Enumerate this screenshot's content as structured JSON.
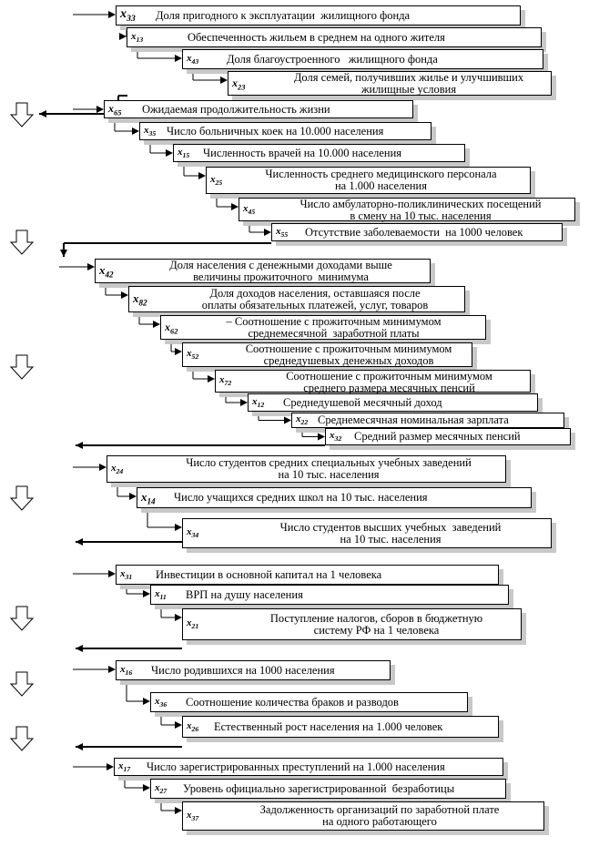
{
  "groups": [
    {
      "items": [
        {
          "var": "x33",
          "label": "Доля пригодного к эксплуатации  жилищного фонда"
        },
        {
          "var": "x13",
          "label": "Обеспеченность жильем в среднем на одного жителя"
        },
        {
          "var": "x43",
          "label": "Доля благоустроенного   жилищного фонда"
        },
        {
          "var": "x23",
          "label": "Доля семей, получивших жилье и улучшивших\nжилищные условия"
        }
      ]
    },
    {
      "items": [
        {
          "var": "x 65",
          "label": "Ожидаемая продолжительность жизни"
        },
        {
          "var": "x35",
          "label": "Число больничных коек на 10.000 населения"
        },
        {
          "var": "x15",
          "label": "Численность врачей на 10.000 населения"
        },
        {
          "var": "x25",
          "label": "Численность среднего медицинского персонала\nна 1.000 населения"
        },
        {
          "var": "x45",
          "label": "Число амбулаторно-поликлинических посещений\nв смену на 10 тыс. населения"
        },
        {
          "var": "x 55",
          "label": "Отсутствие заболеваемости  на 1000 человек"
        }
      ]
    },
    {
      "items": [
        {
          "var": "x42",
          "label": "Доля населения с денежными доходами выше\nвеличины прожиточного  минимума"
        },
        {
          "var": "x82",
          "label": "Доля доходов населения, оставшаяся после\nоплаты обязательных платежей, услуг, товаров"
        },
        {
          "var": "x62",
          "label": "– Соотношение с прожиточным минимумом\nсреднемесячной  заработной платы"
        },
        {
          "var": "x 52",
          "label": "Соотношение с прожиточным минимумом\nсреднедушевых денежных доходов"
        },
        {
          "var": "x72",
          "label": "Соотношение с прожиточным минимумом\nсреднего размера месячных пенсий"
        },
        {
          "var": "x12",
          "label": "Среднедушевой месячный доход"
        },
        {
          "var": "x22",
          "label": "Среднемесячная номинальная зарплата"
        },
        {
          "var": "x32",
          "label": "Средний размер месячных пенсий"
        }
      ]
    },
    {
      "items": [
        {
          "var": "x24",
          "label": "Число студентов средних специальных учебных заведений\nна 10 тыс. населения"
        },
        {
          "var": "x14",
          "label": "Число учащихся средних школ на 10 тыс. населения"
        },
        {
          "var": "x34",
          "label": "Число студентов высших учебных  заведений\nна 10 тыс. населения"
        }
      ]
    },
    {
      "items": [
        {
          "var": "x31",
          "label": "Инвестиции в основной капитал на 1 человека"
        },
        {
          "var": "x11",
          "label": "ВРП на душу населения"
        },
        {
          "var": "x21",
          "label": "Поступление налогов, сборов в бюджетную\nсистему РФ на 1 человека"
        }
      ]
    },
    {
      "items": [
        {
          "var": "x16",
          "label": "Число родившихся на 1000 населения"
        },
        {
          "var": "x 36",
          "label": "Соотношение количества браков и разводов"
        },
        {
          "var": "x26",
          "label": "Естественный рост населения на 1.000 человек"
        }
      ]
    },
    {
      "items": [
        {
          "var": "x17",
          "label": "Число зарегистрированных преступлений на 1.000 населения"
        },
        {
          "var": "x27",
          "label": "Уровень официально зарегистрированной  безработицы"
        },
        {
          "var": "x37",
          "label": "Задолженность организаций по заработной плате\nна одного работающего"
        }
      ]
    }
  ]
}
